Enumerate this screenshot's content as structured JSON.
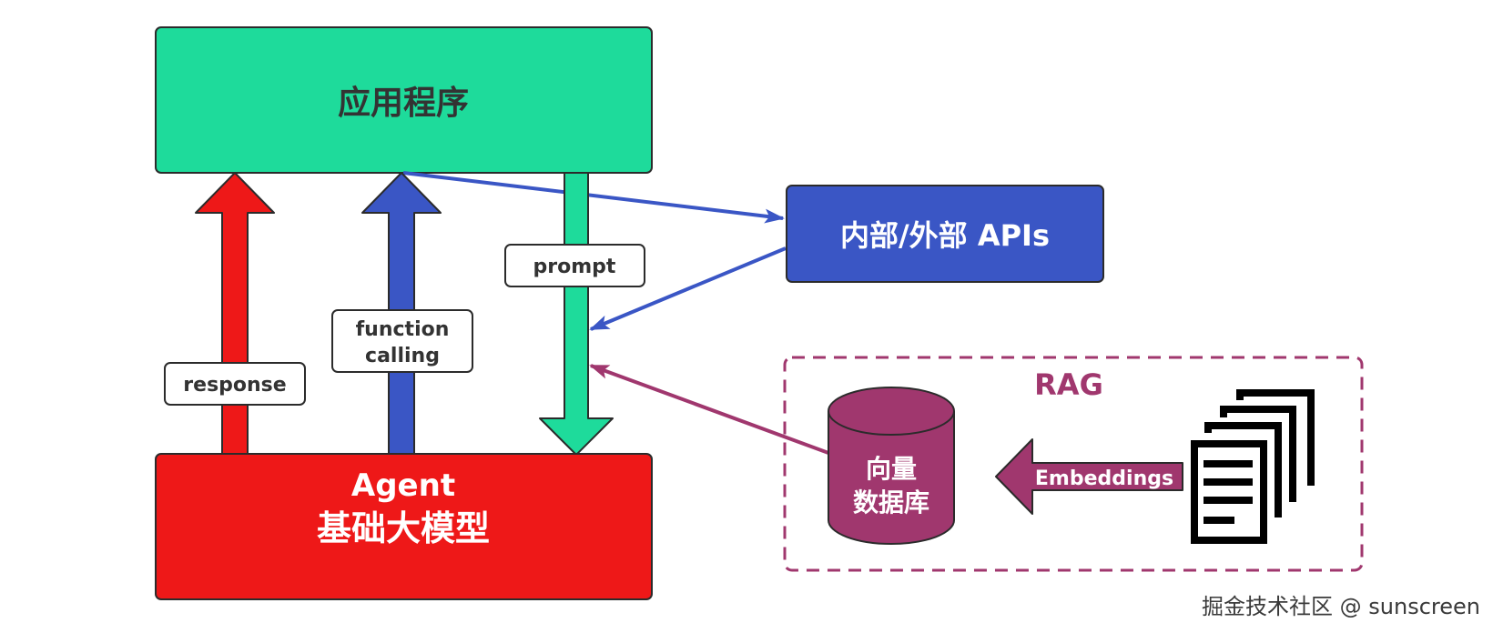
{
  "colors": {
    "app_green": "#1edb9b",
    "agent_red": "#ee1818",
    "api_blue": "#3a56c5",
    "rag_purple": "#a0376e",
    "outline": "#2b2b2b",
    "text_dark": "#333333",
    "text_light": "#ffffff"
  },
  "nodes": {
    "app": {
      "label": "应用程序"
    },
    "agent": {
      "line1": "Agent",
      "line2": "基础大模型"
    },
    "apis": {
      "label": "内部/外部 APIs"
    },
    "rag_group": {
      "label": "RAG"
    },
    "vector_db": {
      "line1": "向量",
      "line2": "数据库"
    },
    "documents": {
      "icon": "documents-icon"
    }
  },
  "edges": {
    "response": {
      "label": "response",
      "from": "agent",
      "to": "app"
    },
    "function_calling": {
      "line1": "function",
      "line2": "calling",
      "from": "agent",
      "to": "app"
    },
    "prompt": {
      "label": "prompt",
      "from": "app",
      "to": "agent"
    },
    "app_to_apis": {
      "from": "app",
      "to": "apis"
    },
    "apis_to_prompt": {
      "from": "apis",
      "to": "prompt"
    },
    "db_to_prompt": {
      "from": "vector_db",
      "to": "prompt"
    },
    "embeddings": {
      "label": "Embeddings",
      "from": "documents",
      "to": "vector_db"
    }
  },
  "watermark": "掘金技术社区 @ sunscreen"
}
